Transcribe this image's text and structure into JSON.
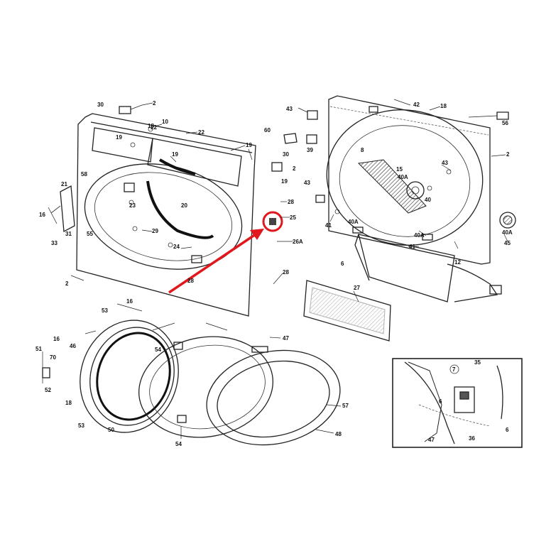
{
  "colors": {
    "line": "#222222",
    "highlight": "#e0171c",
    "background": "#ffffff"
  },
  "labels": {
    "l30": "30",
    "l2a": "2",
    "l10": "10",
    "l22a": "22",
    "l19a": "19",
    "l22b": "22",
    "l19b": "19",
    "l19c": "19",
    "l18a": "18",
    "l58": "58",
    "l21": "21",
    "l16a": "16",
    "l31": "31",
    "l33": "33",
    "l55": "55",
    "l23": "23",
    "l20": "20",
    "l29": "29",
    "l24": "24",
    "l28a": "28",
    "l2b": "2",
    "l43a": "43",
    "l60": "60",
    "l39": "39",
    "l30b": "30",
    "l2c": "2",
    "l19d": "19",
    "l43b": "43",
    "l28b": "28",
    "l25": "25",
    "l26a": "26A",
    "l41a": "41",
    "l28c": "28",
    "l42": "42",
    "l18b": "18",
    "l56": "56",
    "l8": "8",
    "l15": "15",
    "l40a": "40A",
    "l40": "40",
    "l43c": "43",
    "l2d": "2",
    "l40b": "40A",
    "l40c": "40A",
    "l41b": "41",
    "l40d": "40A",
    "l45": "45",
    "l6": "6",
    "l12": "12",
    "l27": "27",
    "l53": "53",
    "l16b": "16",
    "l16c": "16",
    "l46": "46",
    "l54a": "54",
    "l70": "70",
    "l51": "51",
    "l52": "52",
    "l18c": "18",
    "l53b": "53",
    "l50": "50",
    "l47": "47",
    "l57": "57",
    "l54b": "54",
    "l48": "48",
    "i7": "7",
    "i35": "35",
    "i47": "47",
    "i36": "36",
    "i6": "6",
    "i6b": "6"
  }
}
